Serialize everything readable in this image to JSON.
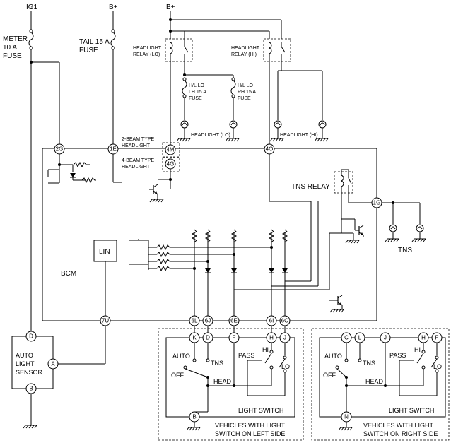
{
  "power": {
    "ig1": "IG1",
    "bplus_tail": "B+",
    "bplus_headlight": "B+"
  },
  "fuses": {
    "meter_line1": "METER",
    "meter_line2": "10 A",
    "meter_line3": "FUSE",
    "tail_line1": "TAIL 15 A",
    "tail_line2": "FUSE",
    "hl_lo_lh_line1": "H/L LO",
    "hl_lo_lh_line2": "LH 15 A",
    "hl_lo_lh_line3": "FUSE",
    "hl_lo_rh_line1": "H/L LO",
    "hl_lo_rh_line2": "RH 15 A",
    "hl_lo_rh_line3": "FUSE"
  },
  "relays": {
    "lo_line1": "HEADLIGHT",
    "lo_line2": "RELAY (LO)",
    "hi_line1": "HEADLIGHT",
    "hi_line2": "RELAY (HI)",
    "tns": "TNS RELAY"
  },
  "lamps": {
    "headlight_lo": "HEADLIGHT (LO)",
    "headlight_hi": "HEADLIGHT (HI)",
    "tns": "TNS"
  },
  "beam_types": {
    "two_beam_line1": "2-BEAM TYPE",
    "two_beam_line2": "HEADLIGHT",
    "four_beam_line1": "4-BEAM TYPE",
    "four_beam_line2": "HEADLIGHT"
  },
  "bcm": {
    "label": "BCM",
    "lin": "LIN"
  },
  "connectors": {
    "c2G": "2G",
    "c1E": "1E",
    "c4M": "4M",
    "c4G": "4G",
    "c4O": "4O",
    "c1G": "1G",
    "c7U": "7U",
    "c6L": "6L",
    "c6J": "6J",
    "c6E": "6E",
    "c6I": "6I",
    "c6O": "6O"
  },
  "sensor": {
    "line1": "AUTO",
    "line2": "LIGHT",
    "line3": "SENSOR",
    "pin_d": "D",
    "pin_a": "A",
    "pin_b": "B"
  },
  "switch_left": {
    "pins": [
      "K",
      "D",
      "F",
      "H",
      "J"
    ],
    "ground_pin": "B",
    "auto": "AUTO",
    "off": "OFF",
    "tns": "TNS",
    "pass": "PASS",
    "hi": "HI",
    "lo": "LO",
    "head": "HEAD",
    "title": "LIGHT SWITCH",
    "caption_line1": "VEHICLES WITH LIGHT",
    "caption_line2": "SWITCH ON LEFT SIDE"
  },
  "switch_right": {
    "pins": [
      "C",
      "L",
      "J",
      "H",
      "F"
    ],
    "ground_pin": "N",
    "auto": "AUTO",
    "off": "OFF",
    "tns": "TNS",
    "pass": "PASS",
    "hi": "HI",
    "lo": "LO",
    "head": "HEAD",
    "title": "LIGHT SWITCH",
    "caption_line1": "VEHICLES WITH LIGHT",
    "caption_line2": "SWITCH ON RIGHT SIDE"
  }
}
